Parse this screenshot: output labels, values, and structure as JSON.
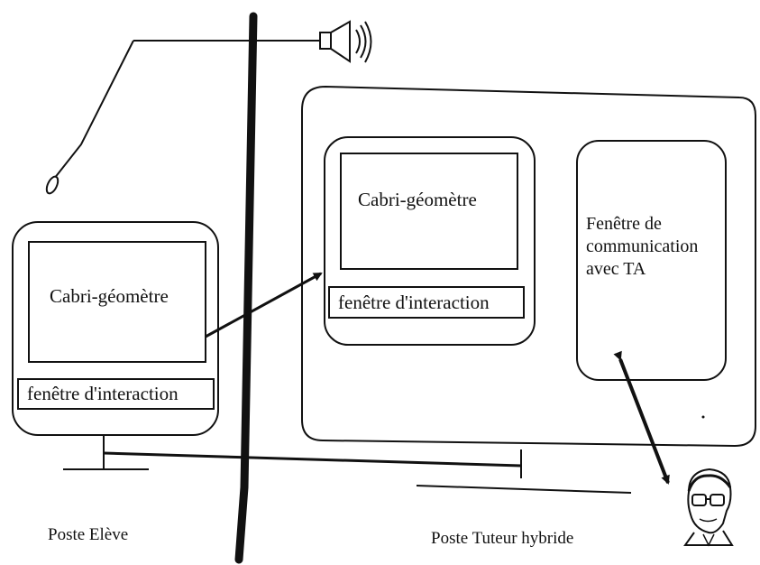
{
  "student_station": {
    "cabri_label": "Cabri-géomètre",
    "interaction_label": "fenêtre d'interaction",
    "station_label": "Poste Elève"
  },
  "tutor_station": {
    "cabri_label": "Cabri-géomètre",
    "interaction_label": "fenêtre d'interaction",
    "communication_lines": [
      "Fenêtre de",
      "communication",
      "avec TA"
    ],
    "station_label": "Poste Tuteur hybride"
  },
  "icons": [
    "microphone-icon",
    "speaker-icon",
    "human-tutor-icon"
  ],
  "colors": {
    "ink": "#111111",
    "background": "#ffffff"
  }
}
